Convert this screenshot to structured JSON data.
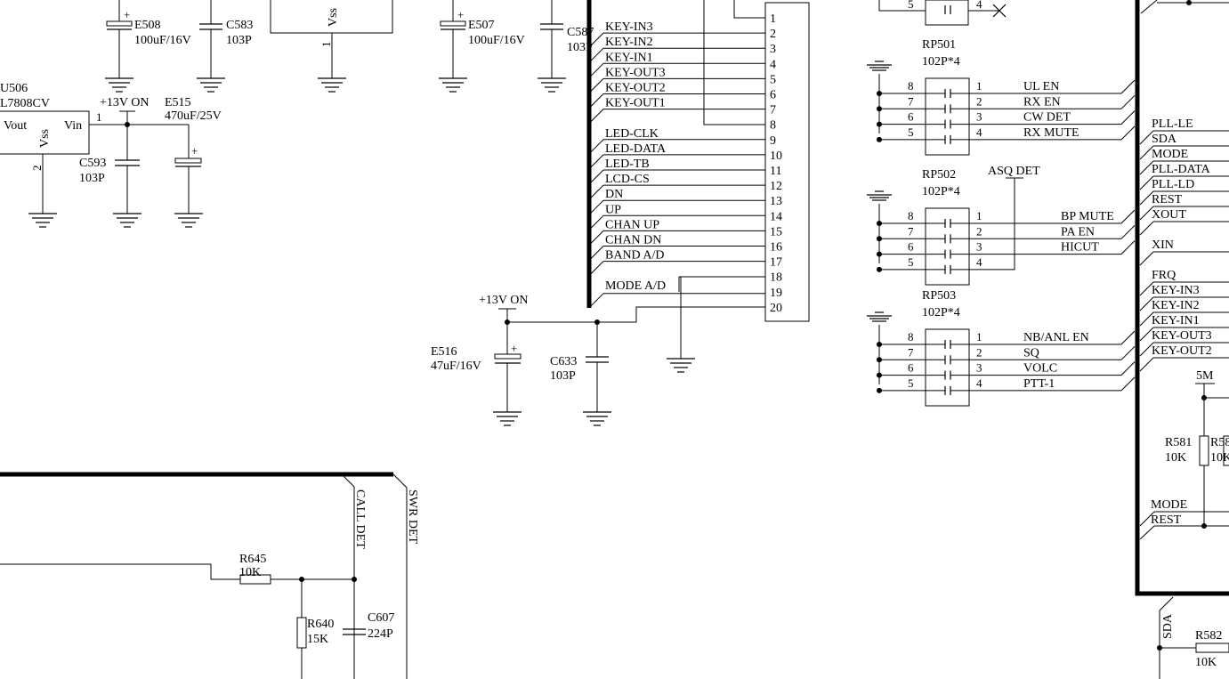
{
  "title": "",
  "connector_pins": [
    "1",
    "2",
    "3",
    "4",
    "5",
    "6",
    "7",
    "8",
    "9",
    "10",
    "11",
    "12",
    "13",
    "14",
    "15",
    "16",
    "17",
    "18",
    "19",
    "20"
  ],
  "connector_signals": [
    {
      "pin": 2,
      "name": "KEY-IN3"
    },
    {
      "pin": 3,
      "name": "KEY-IN2"
    },
    {
      "pin": 4,
      "name": "KEY-IN1"
    },
    {
      "pin": 5,
      "name": "KEY-OUT3"
    },
    {
      "pin": 6,
      "name": "KEY-OUT2"
    },
    {
      "pin": 7,
      "name": "KEY-OUT1"
    },
    {
      "pin": 9,
      "name": "LED-CLK"
    },
    {
      "pin": 10,
      "name": "LED-DATA"
    },
    {
      "pin": 11,
      "name": "LED-TB"
    },
    {
      "pin": 12,
      "name": "LCD-CS"
    },
    {
      "pin": 13,
      "name": "DN"
    },
    {
      "pin": 14,
      "name": "UP"
    },
    {
      "pin": 15,
      "name": "CHAN UP"
    },
    {
      "pin": 16,
      "name": "CHAN DN"
    },
    {
      "pin": 17,
      "name": "BAND A/D"
    },
    {
      "pin": 19,
      "name": "MODE A/D"
    }
  ],
  "regulator": {
    "ref": "U506",
    "part": "L7808CV",
    "vout": "Vout",
    "vin": "Vin",
    "vss": "Vss",
    "pin_vin": "1",
    "pin_vss": "2"
  },
  "top_block": {
    "vss": "Vss",
    "pin": "1"
  },
  "caps": {
    "e508": {
      "ref": "E508",
      "value": "100uF/16V"
    },
    "c583": {
      "ref": "C583",
      "value": "103P"
    },
    "e507": {
      "ref": "E507",
      "value": "100uF/16V"
    },
    "c587": {
      "ref": "C587",
      "value": "103P"
    },
    "e515": {
      "ref": "E515",
      "value": "470uF/25V"
    },
    "c593": {
      "ref": "C593",
      "value": "103P"
    },
    "e516": {
      "ref": "E516",
      "value": "47uF/16V"
    },
    "c633": {
      "ref": "C633",
      "value": "103P"
    },
    "c607": {
      "ref": "C607",
      "value": "224P"
    }
  },
  "power_labels": {
    "p13v_a": "+13V ON",
    "p13v_b": "+13V ON",
    "plus": "+"
  },
  "resnets": [
    {
      "ref": "RP501",
      "value": "102P*4",
      "left_pins": [
        "8",
        "7",
        "6",
        "5"
      ],
      "right_pins": [
        "1",
        "2",
        "3",
        "4"
      ],
      "signals": [
        "UL EN",
        "RX EN",
        "CW DET",
        "RX MUTE"
      ]
    },
    {
      "ref": "RP502",
      "value": "102P*4",
      "left_pins": [
        "8",
        "7",
        "6",
        "5"
      ],
      "right_pins": [
        "1",
        "2",
        "3",
        "4"
      ],
      "signals": [
        "BP MUTE",
        "PA EN",
        "HICUT",
        ""
      ]
    },
    {
      "ref": "RP503",
      "value": "102P*4",
      "left_pins": [
        "8",
        "7",
        "6",
        "5"
      ],
      "right_pins": [
        "1",
        "2",
        "3",
        "4"
      ],
      "signals": [
        "NB/ANL  EN",
        "SQ",
        "VOLC",
        "PTT-1"
      ]
    }
  ],
  "top_resnet_pins": {
    "left": "5",
    "right": "4"
  },
  "asq_det": "ASQ DET",
  "mcu_signals": [
    "PLL-LE",
    "SDA",
    "MODE",
    "PLL-DATA",
    "PLL-LD",
    "REST",
    "XOUT",
    "XIN",
    "FRQ",
    "KEY-IN3",
    "KEY-IN2",
    "KEY-IN1",
    "KEY-OUT3",
    "KEY-OUT2"
  ],
  "mcu_lower_signals": [
    "MODE",
    "REST"
  ],
  "right_parts": {
    "net_5m": "5M",
    "r581": {
      "ref": "R581",
      "value": "10K"
    },
    "r58x": {
      "ref": "R58",
      "value": "10K"
    },
    "r582": {
      "ref": "R582",
      "value": "10K"
    },
    "sda": "SDA"
  },
  "bottom_parts": {
    "r645": {
      "ref": "R645",
      "value": "10K"
    },
    "r640": {
      "ref": "R640",
      "value": "15K"
    },
    "call_det": "CALL DET",
    "swr_det": "SWR DET"
  }
}
